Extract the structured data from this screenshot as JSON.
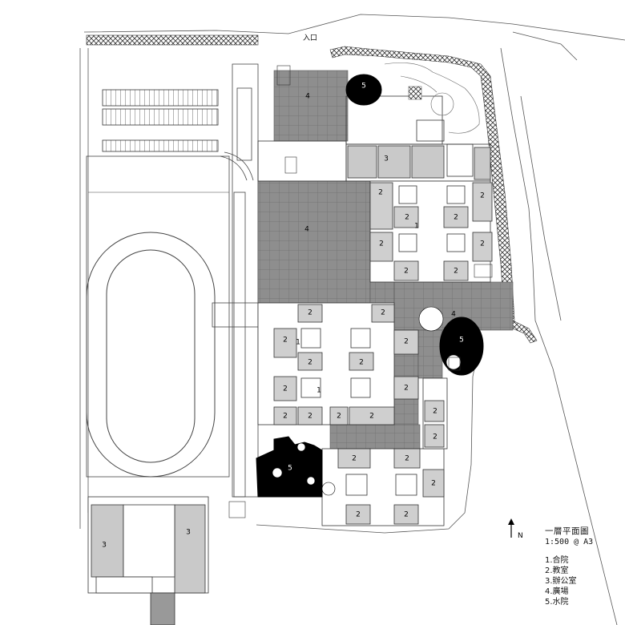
{
  "entrance_label": "入口",
  "legend": {
    "title": "一層平面圖",
    "scale": "1:500 @ A3",
    "items": [
      "1.合院",
      "2.教室",
      "3.辦公室",
      "4.廣場",
      "5.水院"
    ]
  },
  "north_label": "N",
  "labels": {
    "one": "1",
    "two": "2",
    "three": "3",
    "four": "4",
    "five": "5"
  },
  "colors": {
    "plaza_fill": "#8e8e8e",
    "classroom_fill": "#cfcfcf",
    "office_fill": "#c9c9c9",
    "water_fill": "#000000",
    "line": "#222222"
  }
}
